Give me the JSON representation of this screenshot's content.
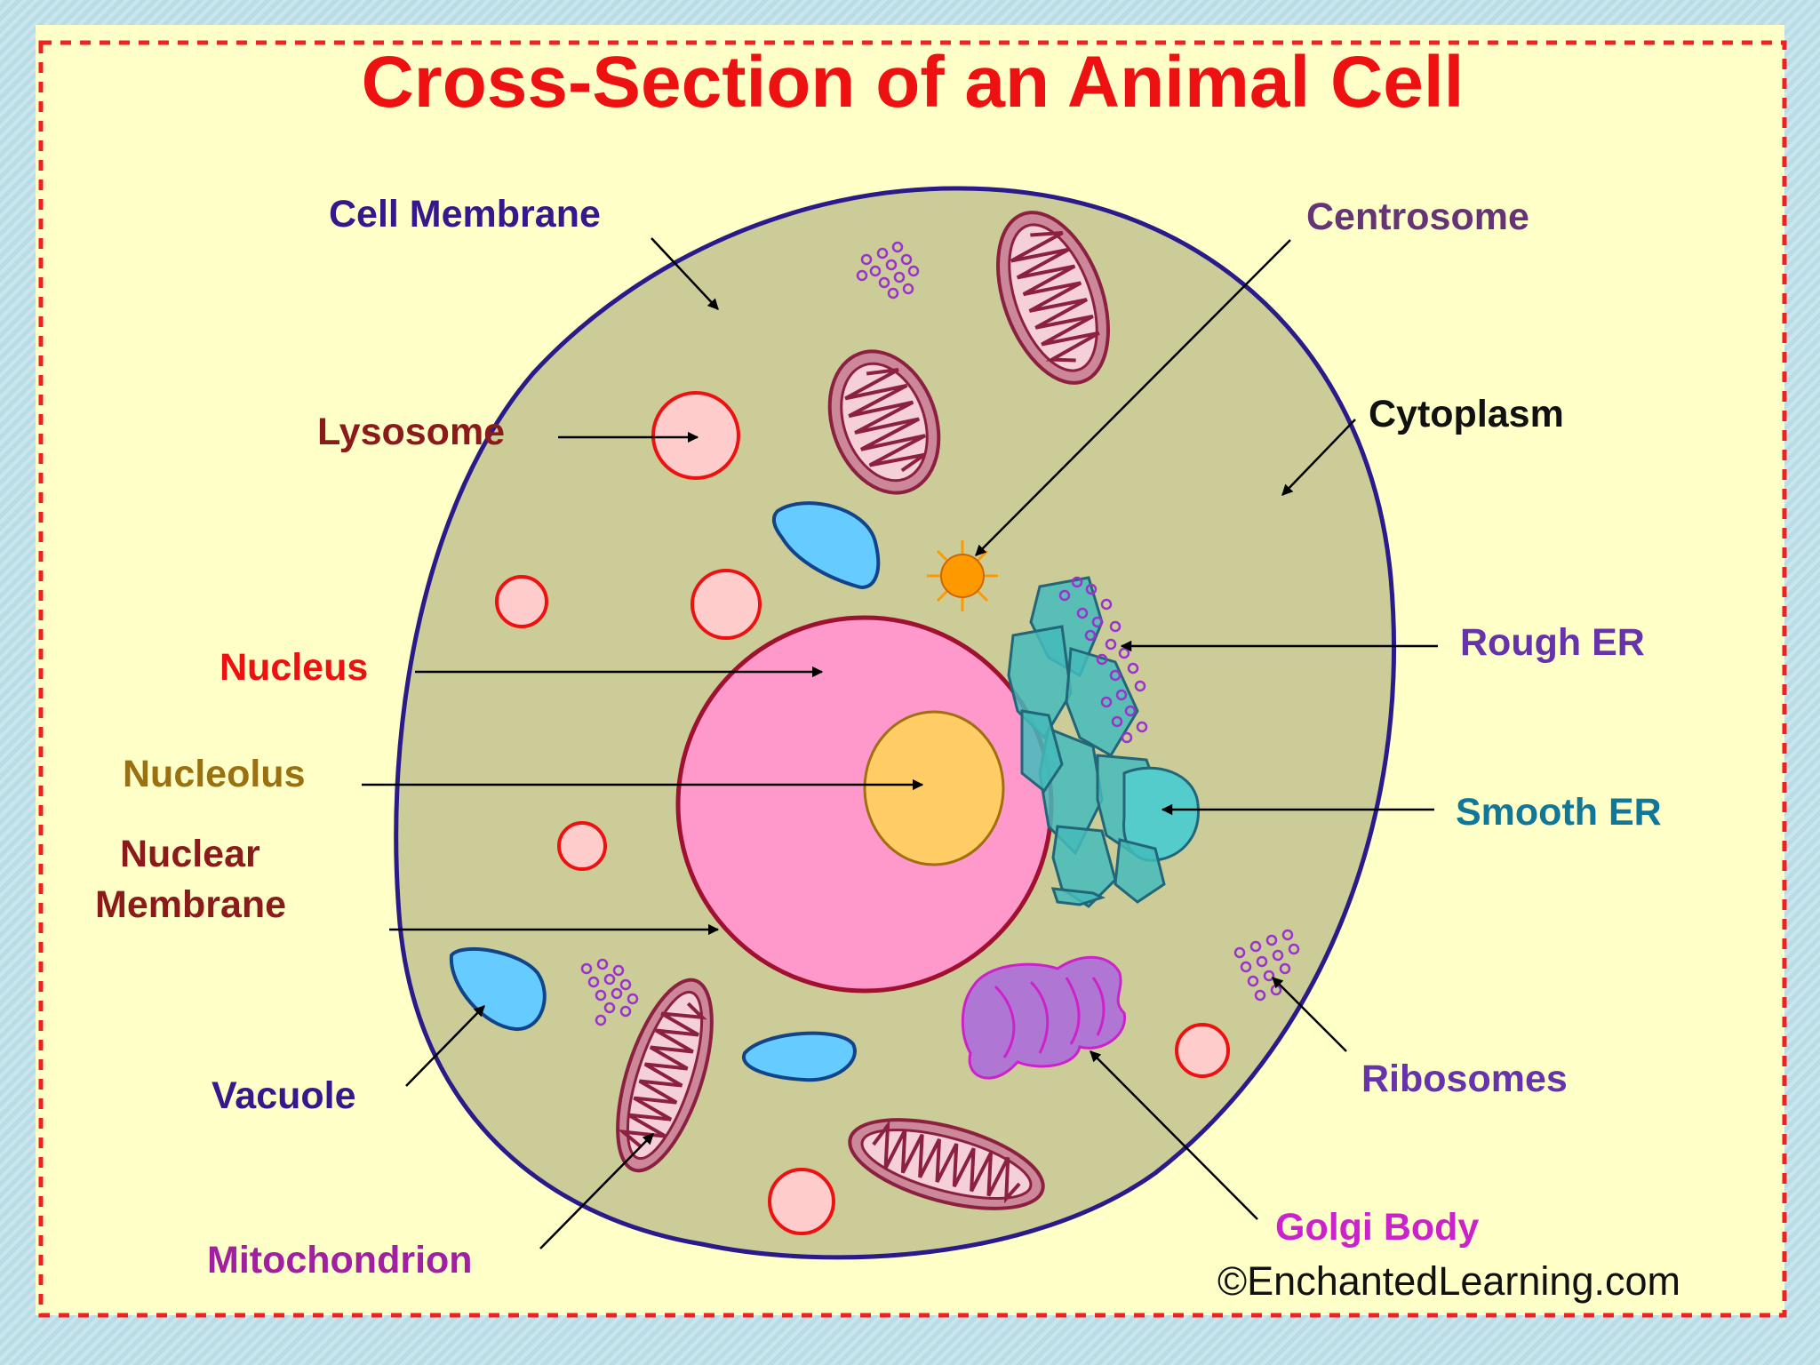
{
  "title": "Cross-Section of an Animal Cell",
  "copyright": "©EnchantedLearning.com",
  "colors": {
    "frame_background": "#ffffc8",
    "frame_border": "#ee2020",
    "title": "#ee1111",
    "cytoplasm": "#cccc99",
    "cell_membrane": "#2a1a8a",
    "nucleus": "#ff99cc",
    "nuclear_membrane": "#a01030",
    "nucleolus": "#ffcc66",
    "lysosome": "#ffcccc",
    "vacuole": "#66ccff",
    "mitochondrion": "#cc8899",
    "rough_er": "#44bbbb",
    "smooth_er": "#55cccc",
    "golgi": "#aa66dd",
    "ribosome": "#9933cc",
    "centrosome": "#ff9900"
  },
  "labels": {
    "cell_membrane": {
      "text": "Cell Membrane",
      "color": "#33198c"
    },
    "lysosome": {
      "text": "Lysosome",
      "color": "#8b1a1a"
    },
    "nucleus": {
      "text": "Nucleus",
      "color": "#ee1111"
    },
    "nucleolus": {
      "text": "Nucleolus",
      "color": "#9a7010"
    },
    "nuclear_membrane_1": {
      "text": "Nuclear",
      "color": "#8b1a1a"
    },
    "nuclear_membrane_2": {
      "text": "Membrane",
      "color": "#8b1a1a"
    },
    "vacuole": {
      "text": "Vacuole",
      "color": "#33198c"
    },
    "mitochondrion": {
      "text": "Mitochondrion",
      "color": "#a020a0"
    },
    "centrosome": {
      "text": "Centrosome",
      "color": "#663377"
    },
    "cytoplasm": {
      "text": "Cytoplasm",
      "color": "#111111"
    },
    "rough_er": {
      "text": "Rough ER",
      "color": "#6633aa"
    },
    "smooth_er": {
      "text": "Smooth ER",
      "color": "#117799"
    },
    "ribosomes": {
      "text": "Ribosomes",
      "color": "#6633aa"
    },
    "golgi_body": {
      "text": "Golgi Body",
      "color": "#cc22cc"
    }
  }
}
